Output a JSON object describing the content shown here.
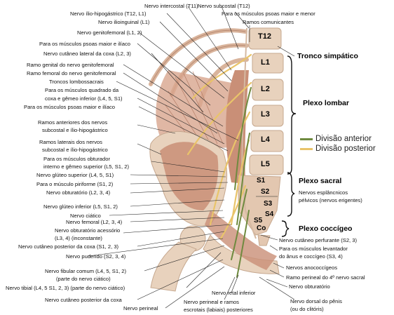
{
  "colors": {
    "bone": "#e8d2bd",
    "muscle": "#c98f77",
    "muscle_dark": "#a86b55",
    "nerve_posterior": "#e9c46a",
    "nerve_anterior": "#6f8a3f",
    "leader": "#222222"
  },
  "labels_top": [
    {
      "id": "intercostal",
      "text": "Nervo intercostal (T11)"
    },
    {
      "id": "subcostal",
      "text": "Nervo subcostal (T12)"
    },
    {
      "id": "iliohipogastrico",
      "text": "Nervo ílio-hipogástrico (T12, L1)"
    },
    {
      "id": "psoas1",
      "text": "Para os músculos psoas maior e menor"
    },
    {
      "id": "ilioinguinal",
      "text": "Nervo ilioinguinal (L1)"
    },
    {
      "id": "comunicantes",
      "text": "Ramos comunicantes"
    }
  ],
  "labels_left": [
    {
      "id": "genitofemoral",
      "text": "Nervo genitofemoral (L1, 2)"
    },
    {
      "id": "psoas_iliaco",
      "text": "Para os músculos psoas maior e ilíaco"
    },
    {
      "id": "cutaneo_lateral",
      "text": "Nervo cutâneo lateral da coxa (L2, 3)"
    },
    {
      "id": "ramo_genital",
      "text": "Ramo genital do nervo genitofemoral"
    },
    {
      "id": "ramo_femoral",
      "text": "Ramo femoral do nervo genitofemoral"
    },
    {
      "id": "troncos",
      "text": "Troncos lombossacrais"
    },
    {
      "id": "quadrado1",
      "text": "Para os músculos quadrado da"
    },
    {
      "id": "quadrado2",
      "text": "coxa e gêmeo inferior (L4, 5, S1)"
    },
    {
      "id": "psoas_iliaco2",
      "text": "Para os músculos psoas maior e ilíaco"
    },
    {
      "id": "ramos_ant1",
      "text": "Ramos anteriores dos nervos"
    },
    {
      "id": "ramos_ant2",
      "text": "subcostal e ílio-hipogástrico"
    },
    {
      "id": "ramos_lat1",
      "text": "Ramos laterais dos nervos"
    },
    {
      "id": "ramos_lat2",
      "text": "subcostal e ílio-hipogástrico"
    },
    {
      "id": "obturador1",
      "text": "Para os músculos obturador"
    },
    {
      "id": "obturador2",
      "text": "interno e gêmeo superior (L5, S1, 2)"
    },
    {
      "id": "gluteo_sup",
      "text": "Nervo glúteo superior (L4, 5, S1)"
    },
    {
      "id": "piriforme",
      "text": "Para o músculo piriforme (S1, 2)"
    },
    {
      "id": "obturatorio",
      "text": "Nervo obturatório (L2, 3, 4)"
    },
    {
      "id": "gluteo_inf",
      "text": "Nervo glúteo inferior (L5, S1, 2)"
    },
    {
      "id": "ciatico",
      "text": "Nervo ciático"
    },
    {
      "id": "femoral",
      "text": "Nervo femoral (L2, 3, 4)"
    },
    {
      "id": "obt_acess1",
      "text": "Nervo obturatório acessório"
    },
    {
      "id": "obt_acess2",
      "text": "(L3, 4) (inconstante)"
    },
    {
      "id": "cut_post",
      "text": "Nervo cutâneo posterior da coxa (S1, 2, 3)"
    },
    {
      "id": "pudendo",
      "text": "Nervo pudendo (S2, 3, 4)"
    },
    {
      "id": "fibular1",
      "text": "Nervo fibular comum (L4, 5, S1, 2)"
    },
    {
      "id": "fibular2",
      "text": "(parte do nervo ciático)"
    },
    {
      "id": "tibial",
      "text": "Nervo tibial (L4, 5 S1, 2, 3) (parte do nervo ciático)"
    },
    {
      "id": "cut_post2",
      "text": "Nervo cutâneo posterior da coxa"
    },
    {
      "id": "perineal",
      "text": "Nervo perineal"
    }
  ],
  "labels_bottom": [
    {
      "id": "retal",
      "text": "Nervo retal inferior"
    },
    {
      "id": "perineal_ramos1",
      "text": "Nervo perineal e ramos"
    },
    {
      "id": "perineal_ramos2",
      "text": "escrotais (labiais) posteriores"
    },
    {
      "id": "dorsal1",
      "text": "Nervo dorsal do pênis"
    },
    {
      "id": "dorsal2",
      "text": "(ou do clitóris)"
    }
  ],
  "labels_right": [
    {
      "id": "esplancnicos1",
      "text": "Nervos esplâncnicos"
    },
    {
      "id": "esplancnicos2",
      "text": "pélvicos (nervos erigentes)"
    },
    {
      "id": "perfurante",
      "text": "Nervo cutâneo perfurante (S2, 3)"
    },
    {
      "id": "levantador1",
      "text": "Para os músculos levantador"
    },
    {
      "id": "levantador2",
      "text": "do ânus e coccígeo (S3, 4)"
    },
    {
      "id": "anococcigeos",
      "text": "Nervos anococcígeos"
    },
    {
      "id": "ramo_perineal4",
      "text": "Ramo perineal do 4º nervo sacral"
    },
    {
      "id": "obturatorio2",
      "text": "Nervo obturatório"
    }
  ],
  "headings": {
    "tronco": "Tronco simpático",
    "lombar": "Plexo lombar",
    "sacral": "Plexo sacral",
    "coccigeo": "Plexo coccígeo"
  },
  "vertebrae": [
    "T12",
    "L1",
    "L2",
    "L3",
    "L4",
    "L5",
    "S1",
    "S2",
    "S3",
    "S4",
    "S5",
    "Co"
  ],
  "legend": {
    "anterior": "Divisão anterior",
    "posterior": "Divisão posterior"
  }
}
